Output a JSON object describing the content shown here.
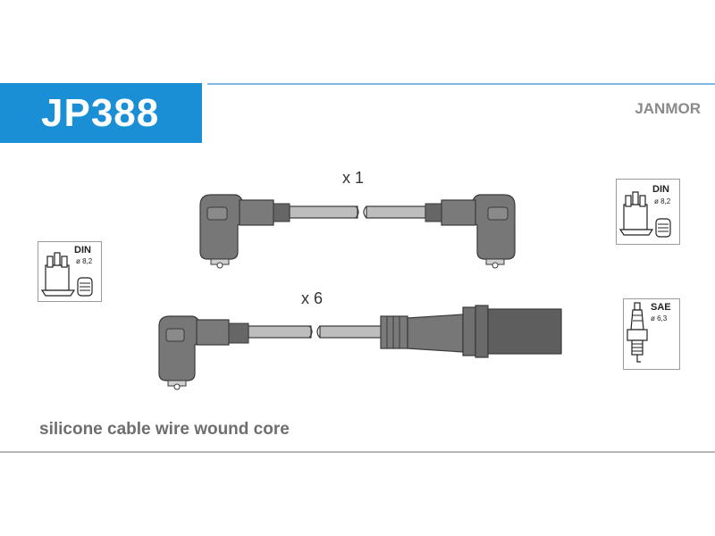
{
  "part_number": "JP388",
  "brand": "JANMOR",
  "description": "silicone cable wire wound core",
  "cables": [
    {
      "quantity_label": "x 1"
    },
    {
      "quantity_label": "x 6"
    }
  ],
  "connectors": {
    "distributor_left": {
      "standard": "DIN",
      "diameter": "ø 8,2"
    },
    "distributor_right": {
      "standard": "DIN",
      "diameter": "ø 8,2"
    },
    "spark_plug": {
      "standard": "SAE",
      "diameter": "ø 6,3"
    }
  },
  "colors": {
    "badge": "#1a8fd6",
    "boot": "#777777",
    "boot_dark": "#5e5e5e",
    "wire": "#bdbdbd"
  }
}
